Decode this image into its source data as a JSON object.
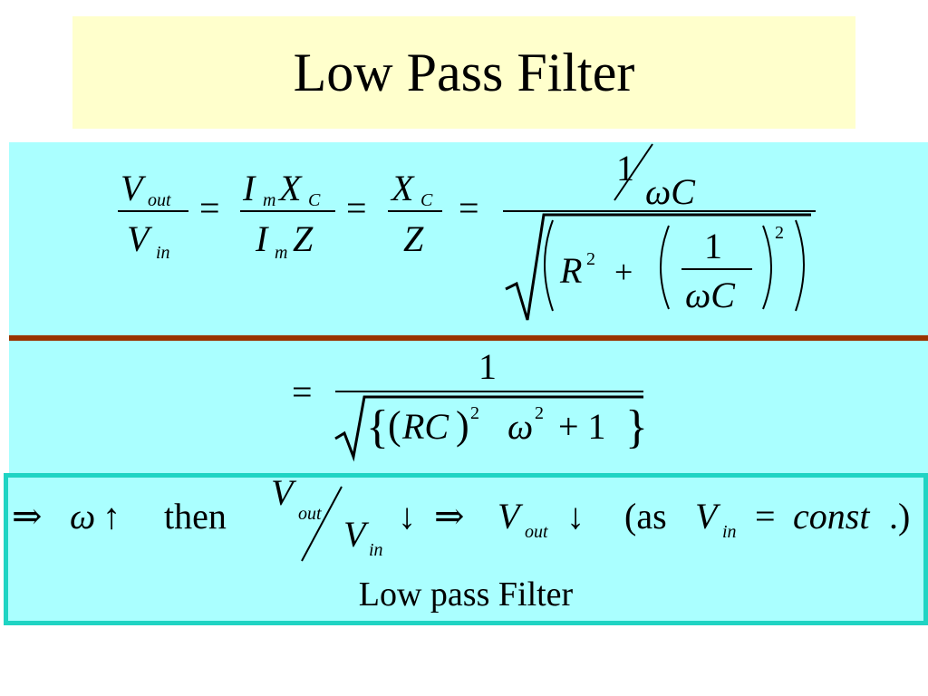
{
  "slide": {
    "title": "Low Pass Filter",
    "caption": "Low pass Filter"
  },
  "equation_row1": {
    "v": "V",
    "out": "out",
    "in": "in",
    "i": "I",
    "m": "m",
    "x": "X",
    "c_sub": "C",
    "z": "Z",
    "eq": "=",
    "one": "1",
    "omega_c": "ωC",
    "r": "R",
    "sq": "2",
    "plus": "+"
  },
  "equation_row2": {
    "eq": "=",
    "one": "1",
    "rc": "RC",
    "sq": "2",
    "omega": "ω",
    "plus_one": "+ 1"
  },
  "statement": {
    "implies": "⇒",
    "omega": "ω",
    "up": "↑",
    "then": "then",
    "v": "V",
    "out": "out",
    "in": "in",
    "down": "↓",
    "as": "(as",
    "eq": "=",
    "const": "const",
    "close": ".)"
  },
  "colors": {
    "title_background": "#ffffcc",
    "panel_background": "#aaffff",
    "divider": "#993300",
    "box_border": "#1fd4c3"
  }
}
